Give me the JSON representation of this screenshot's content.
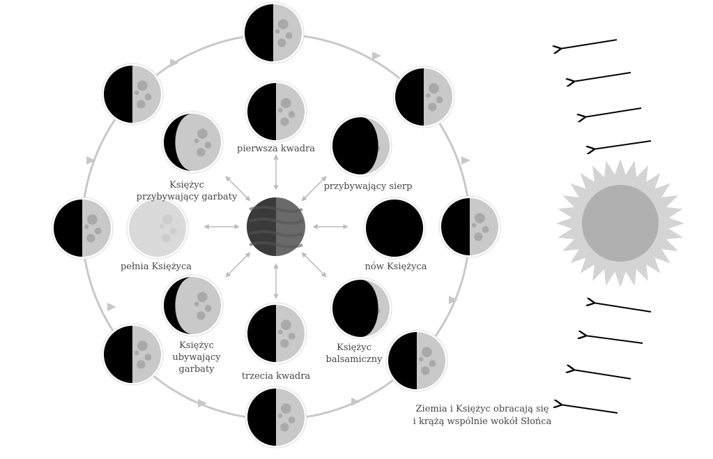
{
  "labels": {
    "first_quarter": "pierwsza kwadra",
    "waxing_gibbous": [
      "Księżyc",
      "przybywający garbaty"
    ],
    "waxing_crescent": "przybywający sierp",
    "full_moon": "pełnia Księżyca",
    "new_moon": "nów Księżyca",
    "waning_gibbous": [
      "Księżyc",
      "ubywający",
      "garbaty"
    ],
    "last_quarter": "trzecia kwadra",
    "balsamic": [
      "Księżyc",
      "balsamiczny"
    ],
    "caption": [
      "Ziemia i Księżyc obracają się",
      "i krążą wspólnie wokół Słońca"
    ]
  },
  "colors": {
    "moon_light": "#c9c9c9",
    "moon_dark": "#000000",
    "orbit": "#c8c8c8",
    "earth_dark": "#3a3a3a",
    "earth_light": "#6a6a6a",
    "sun": "#b0b0b0",
    "sun_rays": "#d4d4d4"
  }
}
